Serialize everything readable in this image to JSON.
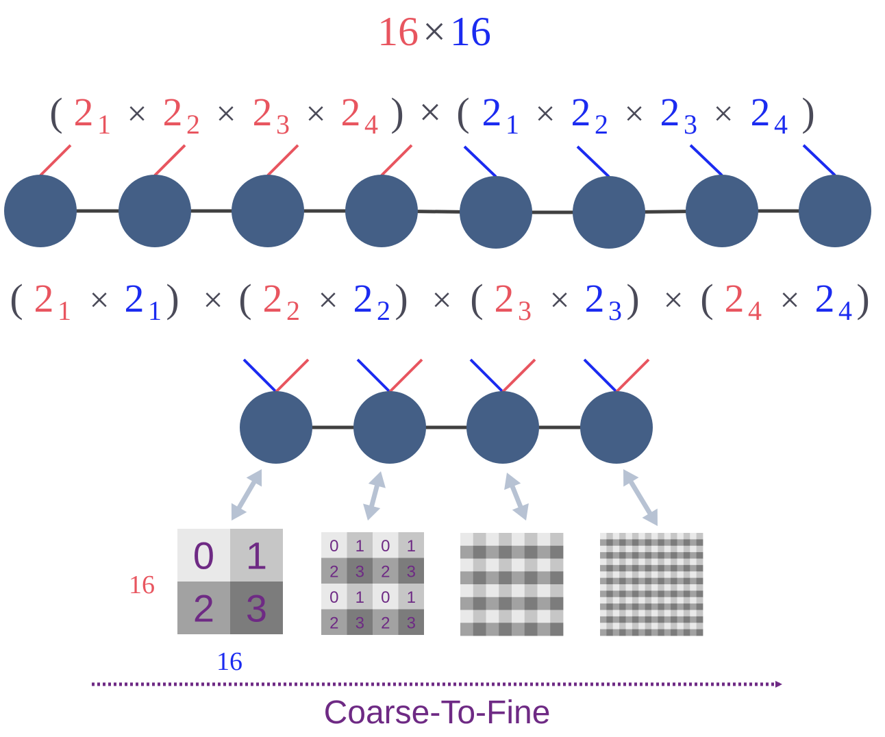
{
  "colors": {
    "red": "#e8555f",
    "blue": "#1b2bf0",
    "node": "#445f86",
    "edge": "#404040",
    "operator": "#4a4a58",
    "purple": "#6e2a84",
    "arrow_light": "#b7c2d3"
  },
  "title": {
    "left": "16",
    "times": "×",
    "right": "16"
  },
  "formula_top": {
    "open": "(",
    "close": ")",
    "times": "×",
    "base": "2",
    "subscripts": [
      "1",
      "2",
      "3",
      "4"
    ]
  },
  "formula_mid": {
    "open": "(",
    "close": ")",
    "times": "×",
    "base": "2",
    "subscripts": [
      "1",
      "2",
      "3",
      "4"
    ]
  },
  "top_chain": {
    "node_count": 8,
    "red_legs": 4,
    "blue_legs": 4
  },
  "bottom_chain": {
    "node_count": 4
  },
  "grids": {
    "coarse": {
      "cells": [
        "0",
        "1",
        "2",
        "3"
      ]
    },
    "level2": {
      "rows": [
        [
          "0",
          "1",
          "0",
          "1"
        ],
        [
          "2",
          "3",
          "2",
          "3"
        ],
        [
          "0",
          "1",
          "0",
          "1"
        ],
        [
          "2",
          "3",
          "2",
          "3"
        ]
      ]
    },
    "level3": {
      "size": 8
    },
    "level4": {
      "size": 16
    }
  },
  "axis_labels": {
    "rows": "16",
    "cols": "16"
  },
  "progression": {
    "label": "Coarse-To-Fine"
  }
}
